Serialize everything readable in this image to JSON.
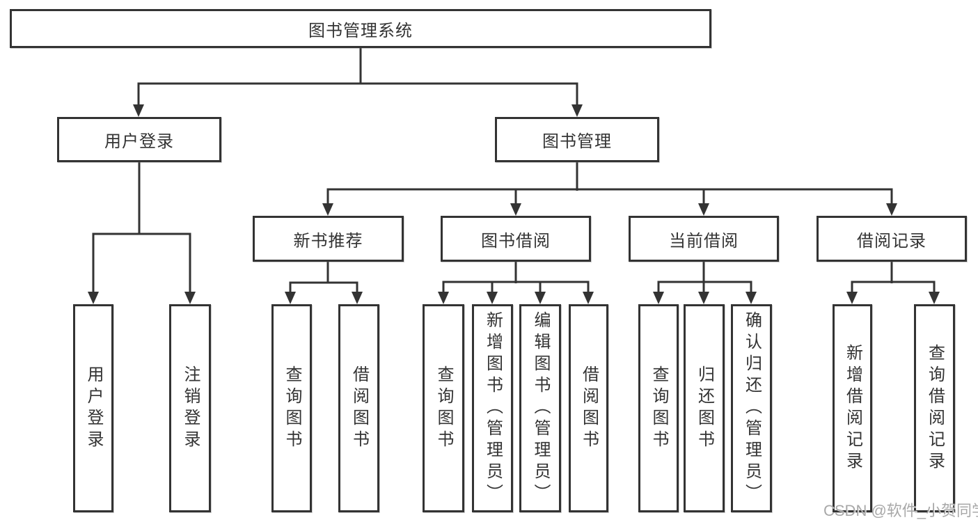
{
  "diagram": {
    "root": {
      "label": "图书管理系统"
    },
    "level2": [
      {
        "label": "用户登录"
      },
      {
        "label": "图书管理"
      }
    ],
    "level3": [
      {
        "label": "新书推荐"
      },
      {
        "label": "图书借阅"
      },
      {
        "label": "当前借阅"
      },
      {
        "label": "借阅记录"
      }
    ],
    "leaves": {
      "user_login": [
        {
          "label": "用户登录"
        },
        {
          "label": "注销登录"
        }
      ],
      "new_book": [
        {
          "label": "查询图书"
        },
        {
          "label": "借阅图书"
        }
      ],
      "book_borrow": [
        {
          "label": "查询图书"
        },
        {
          "label": "新增图书（管理员）"
        },
        {
          "label": "编辑图书（管理员）"
        },
        {
          "label": "借阅图书"
        }
      ],
      "current_borrow": [
        {
          "label": "查询图书"
        },
        {
          "label": "归还图书"
        },
        {
          "label": "确认归还（管理员）"
        }
      ],
      "borrow_record": [
        {
          "label": "新增借阅记录"
        },
        {
          "label": "查询借阅记录"
        }
      ]
    }
  },
  "watermark": {
    "text": "CSDN @软件_小贺同学"
  },
  "colors": {
    "line": "#333333",
    "text": "#333333",
    "background": "#ffffff",
    "watermark": "#9e9e9e"
  }
}
